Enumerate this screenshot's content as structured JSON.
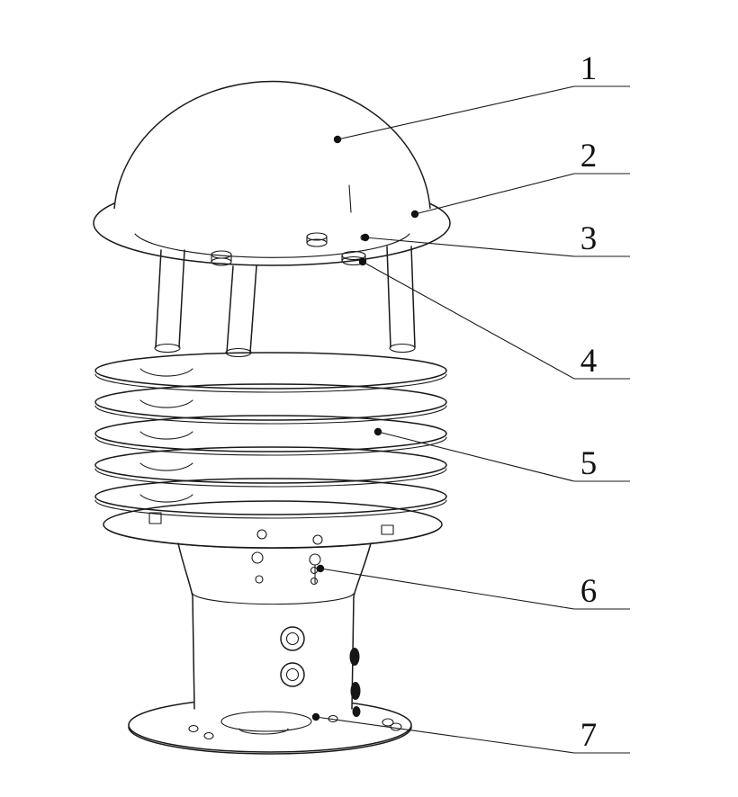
{
  "figure": {
    "background_color": "#ffffff",
    "line_color": "#1a1a1a",
    "callouts": [
      "1",
      "2",
      "3",
      "4",
      "5",
      "6",
      "7"
    ]
  }
}
